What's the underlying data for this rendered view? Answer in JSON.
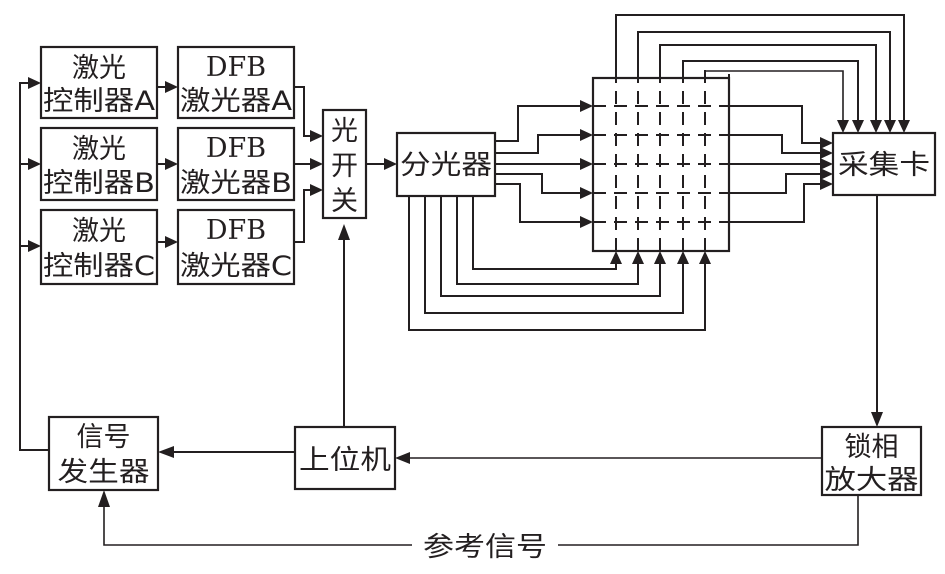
{
  "diagram": {
    "nodes": {
      "laser_controller_a": {
        "line1": "激光",
        "line2": "控制器A"
      },
      "laser_controller_b": {
        "line1": "激光",
        "line2": "控制器B"
      },
      "laser_controller_c": {
        "line1": "激光",
        "line2": "控制器C"
      },
      "dfb_laser_a": {
        "line1": "DFB",
        "line2": "激光器A"
      },
      "dfb_laser_b": {
        "line1": "DFB",
        "line2": "激光器B"
      },
      "dfb_laser_c": {
        "line1": "DFB",
        "line2": "激光器C"
      },
      "optical_switch": {
        "chars": [
          "光",
          "开",
          "关"
        ]
      },
      "splitter": {
        "label": "分光器"
      },
      "acquisition_card": {
        "label": "采集卡"
      },
      "lock_in_amplifier": {
        "line1": "锁相",
        "line2": "放大器"
      },
      "host_computer": {
        "label": "上位机"
      },
      "signal_generator": {
        "line1": "信号",
        "line2": "发生器"
      }
    },
    "edge_labels": {
      "reference_signal": "参考信号"
    },
    "sensor_grid": {
      "rows": 5,
      "columns": 5
    },
    "colors": {
      "stroke": "#231f20",
      "background": "#ffffff"
    }
  }
}
